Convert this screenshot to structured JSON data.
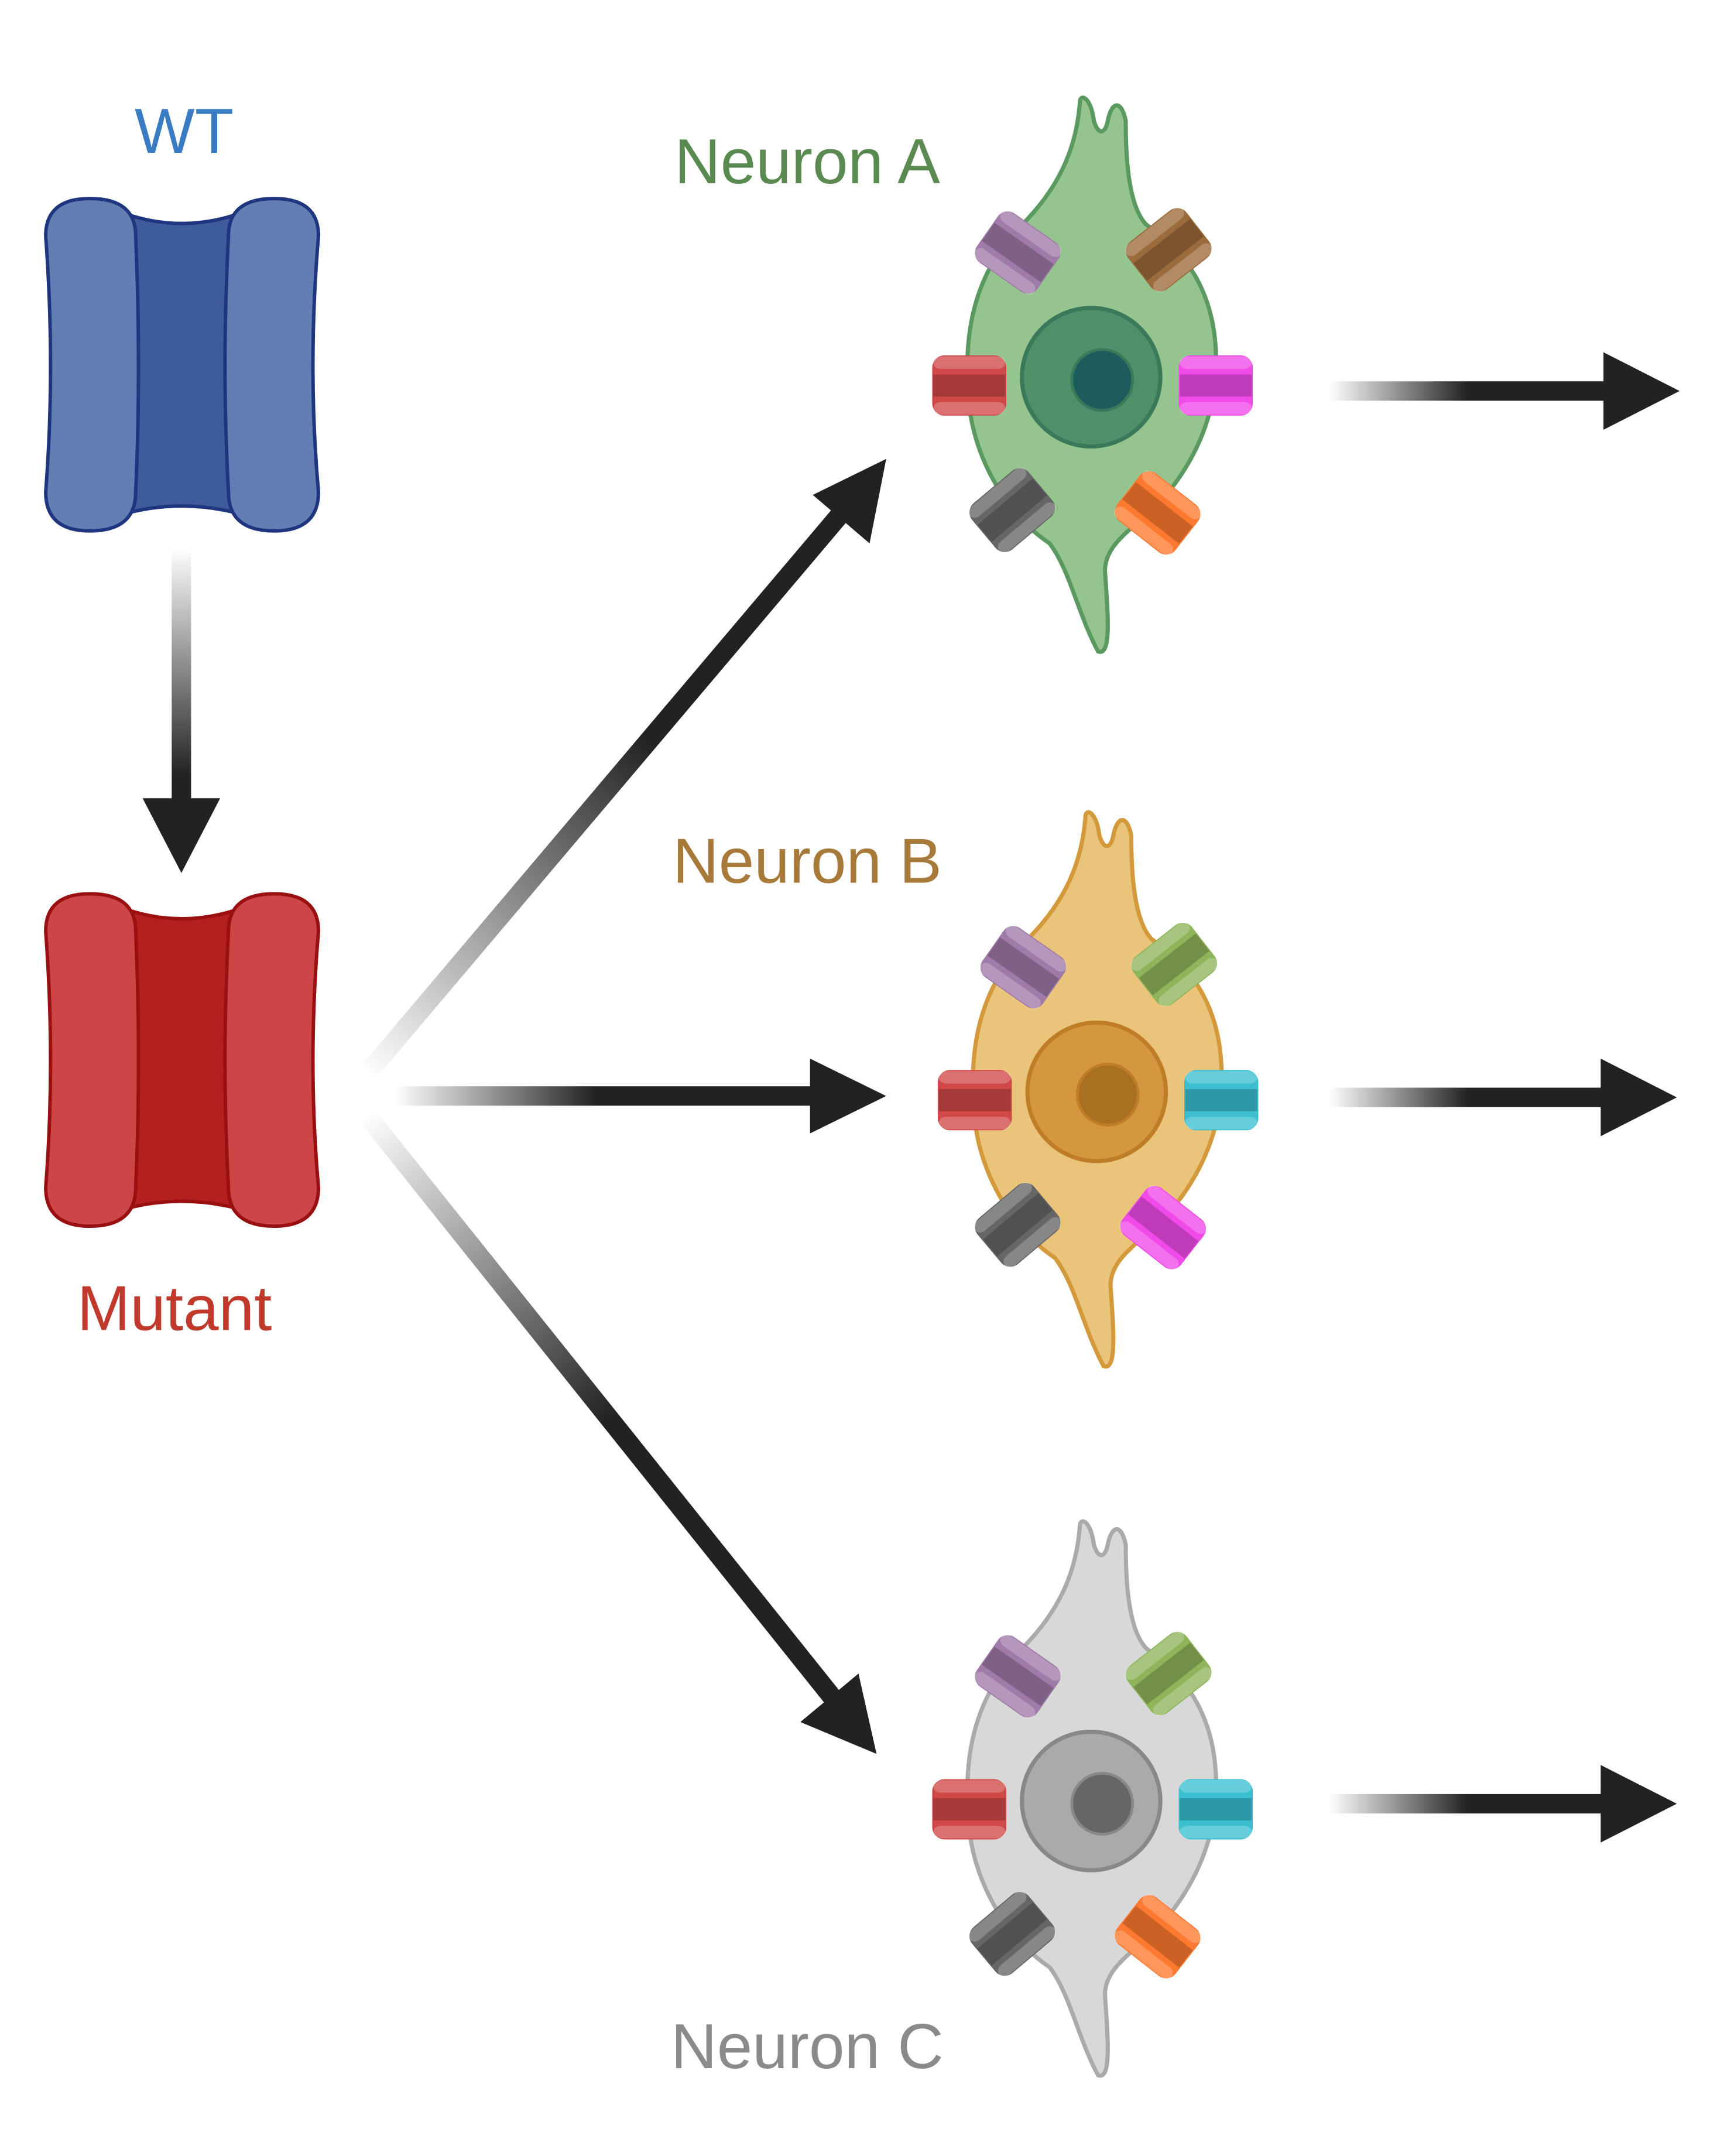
{
  "labels": {
    "wt": "WT",
    "mutant": "Mutant",
    "neuron_a": "Neuron A",
    "neuron_b": "Neuron B",
    "neuron_c": "Neuron C"
  },
  "colors": {
    "wt": "#3a7cc4",
    "mutant": "#c0392b",
    "neuron_a_label": "#5a8a50",
    "neuron_b_label": "#a87a3a",
    "neuron_c_label": "#8a8a8a",
    "arrow": "#222222"
  },
  "neurons": [
    {
      "id": "a",
      "body": "#96c48f",
      "body_stroke": "#5a9a60",
      "nucleus": "#4f8f6a",
      "nucleus_stroke": "#3a7a5a",
      "nucleolus": "#1c5c5c",
      "channels": [
        "#a07aa8",
        "#9c6b3c",
        "#d04848",
        "#f04ae8",
        "#666666",
        "#ff7a30"
      ]
    },
    {
      "id": "b",
      "body": "#eac47a",
      "body_stroke": "#d4993a",
      "nucleus": "#d4963e",
      "nucleus_stroke": "#c07d28",
      "nucleolus": "#a87020",
      "channels": [
        "#a07aa8",
        "#8fb55a",
        "#d04848",
        "#3bbfd0",
        "#666666",
        "#f04ae8"
      ]
    },
    {
      "id": "c",
      "body": "#d8d8d8",
      "body_stroke": "#aaaaaa",
      "nucleus": "#aaaaaa",
      "nucleus_stroke": "#888888",
      "nucleolus": "#666666",
      "channels": [
        "#a07aa8",
        "#8fb55a",
        "#d04848",
        "#3bbfd0",
        "#666666",
        "#ff7a30"
      ]
    }
  ]
}
